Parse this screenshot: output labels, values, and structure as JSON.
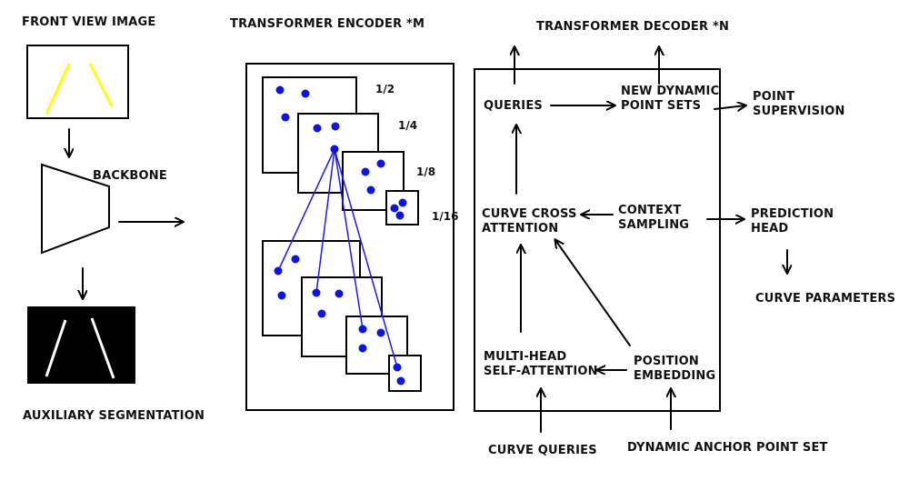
{
  "left": {
    "front_view_label": "FRONT VIEW IMAGE",
    "backbone_label": "BACKBONE",
    "aux_seg_label": "AUXILIARY SEGMENTATION",
    "lane_color": "#ffff00",
    "seg_bg_color": "#000000"
  },
  "encoder": {
    "title": "TRANSFORMER ENCODER  *M",
    "scales": [
      "1/2",
      "1/4",
      "1/8",
      "1/16"
    ],
    "point_color": "#0a14e6"
  },
  "decoder": {
    "title": "TRANSFORMER DECODER  *N",
    "queries": "QUERIES",
    "new_dynamic_line1": "NEW DYNAMIC",
    "new_dynamic_line2": "POINT SETS",
    "curve_cross_line1": "CURVE CROSS",
    "curve_cross_line2": "ATTENTION",
    "context_line1": "CONTEXT",
    "context_line2": "SAMPLING",
    "mhsa_line1": "MULTI-HEAD",
    "mhsa_line2": "SELF-ATTENTION",
    "pos_emb_line1": "POSITION",
    "pos_emb_line2": "EMBEDDING"
  },
  "right": {
    "point_sup_line1": "POINT",
    "point_sup_line2": "SUPERVISION",
    "pred_head_line1": "PREDICTION",
    "pred_head_line2": "HEAD",
    "curve_params": "CURVE PARAMETERS"
  },
  "bottom": {
    "curve_queries": "CURVE QUERIES",
    "dynamic_anchor": "DYNAMIC ANCHOR POINT SET"
  }
}
